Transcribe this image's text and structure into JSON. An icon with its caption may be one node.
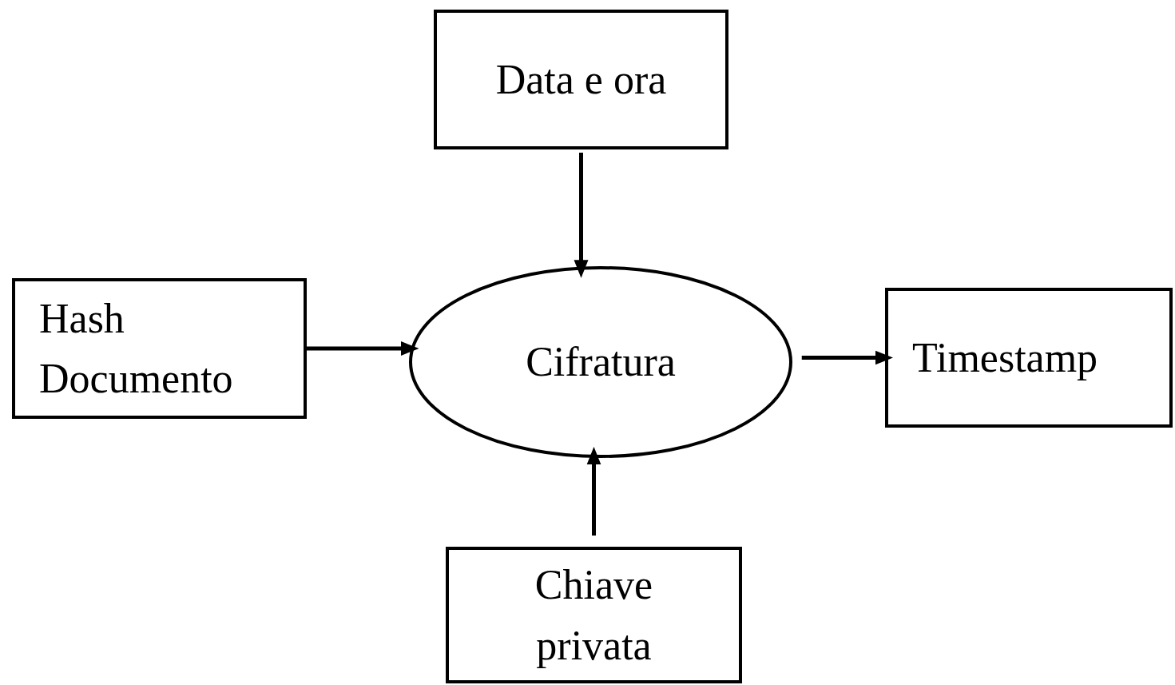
{
  "diagram": {
    "nodes": [
      {
        "text": [
          "Data e ora"
        ]
      },
      {
        "text": [
          "Hash Documento"
        ]
      },
      {
        "text": [
          "Cifratura"
        ]
      },
      {
        "text": [
          "Timestamp"
        ]
      },
      {
        "text": [
          "Chiave privata"
        ]
      }
    ],
    "edges": [
      {
        "from": 0,
        "to": 2,
        "arrow": "to"
      },
      {
        "from": 1,
        "to": 2,
        "arrow": "to"
      },
      {
        "from": 2,
        "to": 3,
        "arrow": "to"
      },
      {
        "from": 4,
        "to": 2,
        "arrow": "to"
      }
    ]
  }
}
